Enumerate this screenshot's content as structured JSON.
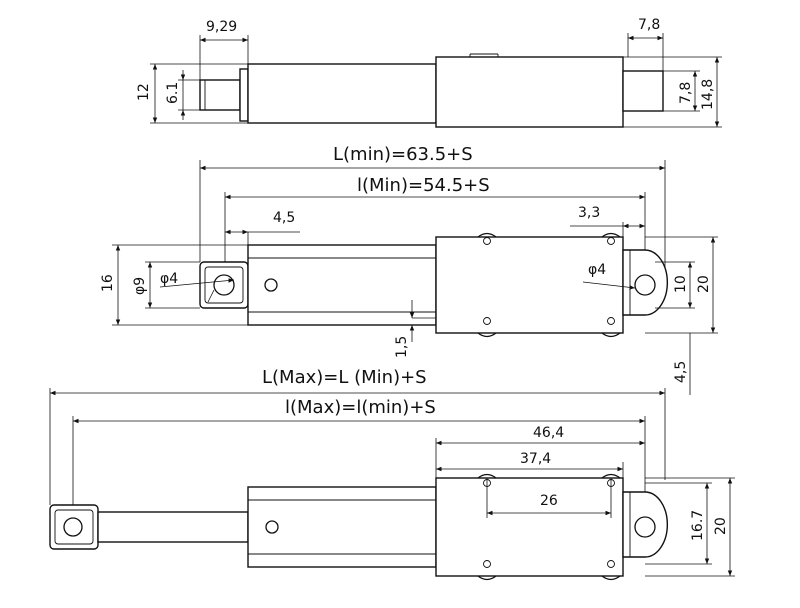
{
  "top_view": {
    "dim_tip_length": "9,29",
    "dim_total_height": "12",
    "dim_tip_height": "6.1",
    "dim_tail_length": "7,8",
    "dim_tail_height": "7,8",
    "dim_body_height": "14,8"
  },
  "mid_view": {
    "formula_L_min": "L(min)=63.5+S",
    "formula_l_min": "l(Min)=54.5+S",
    "dim_hole_offset": "4,5",
    "dim_rear_offset": "3,3",
    "dim_height_16": "16",
    "dim_phi9": "φ9",
    "dim_phi4_front": "φ4",
    "dim_phi4_rear": "φ4",
    "dim_10": "10",
    "dim_20": "20",
    "dim_1_5": "1,5",
    "dim_4_5": "4,5"
  },
  "bottom_view": {
    "formula_L_max": "L(Max)=L (Min)+S",
    "formula_l_max": "l(Max)=l(min)+S",
    "dim_46_4": "46,4",
    "dim_37_4": "37,4",
    "dim_26": "26",
    "dim_16_7": "16.7",
    "dim_20": "20"
  }
}
